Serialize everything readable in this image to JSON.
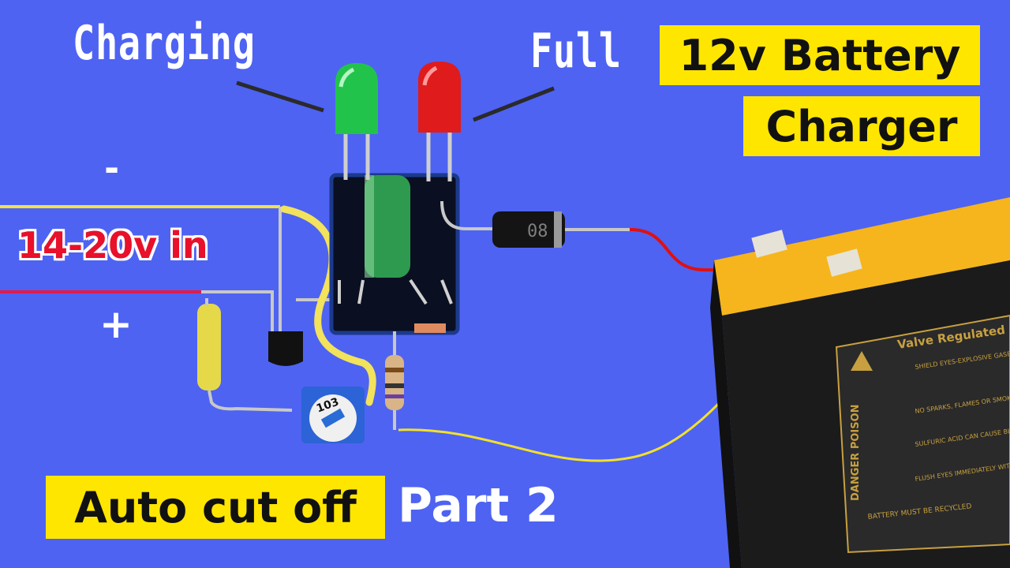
{
  "labels": {
    "charging": "Charging",
    "full": "Full",
    "minus": "-",
    "plus": "+",
    "input": "14-20v in",
    "title_line1": "12v Battery",
    "title_line2": "Charger",
    "auto_cut_off": "Auto cut off",
    "part": "Part 2"
  },
  "components": {
    "trimpot_code": "103",
    "diode_marking": "08"
  },
  "battery": {
    "brand_text": "Valve Regulated L",
    "danger_poison": "DANGER POISON",
    "warnings": [
      "SHIELD EYES-EXPLOSIVE GASES CAN CAUSE BLINDNESS OR INJURY",
      "NO SPARKS, FLAMES OR SMOKING",
      "SULFURIC ACID CAN CAUSE BLINDNESS OR SEVERE BURNS",
      "FLUSH EYES IMMEDIATELY WITH WATER. GET MEDICAL HELP FAST"
    ],
    "recycle": "BATTERY MUST BE RECYCLED"
  },
  "colors": {
    "background": "#4e63f2",
    "highlight": "#ffe600",
    "input_label": "#e8102a",
    "led_green": "#22c34a",
    "led_red": "#e01b1b",
    "battery_top": "#f6b51c",
    "battery_body": "#1b1b1b"
  }
}
